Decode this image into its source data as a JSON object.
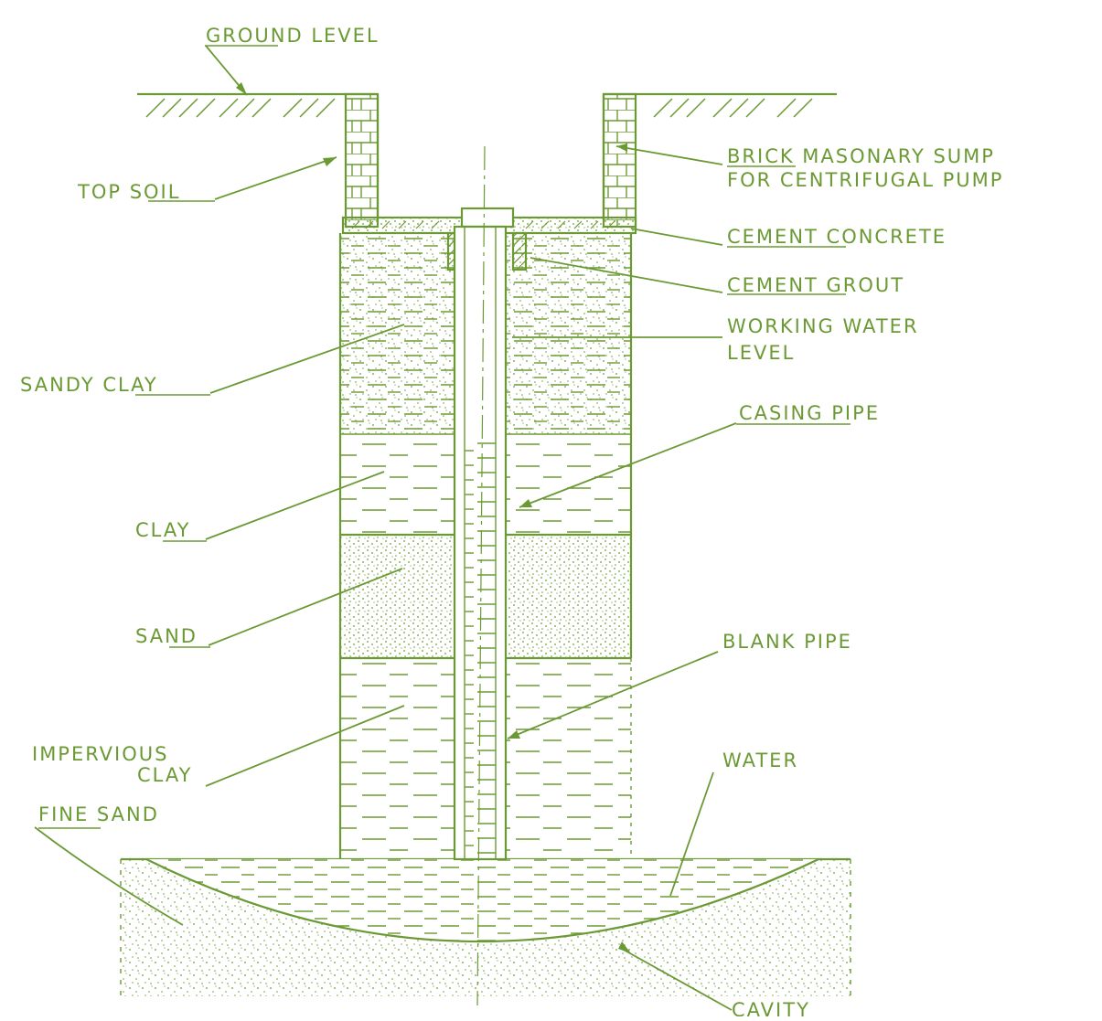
{
  "colors": {
    "ink": "#6b9a34",
    "background": "#ffffff"
  },
  "labels": {
    "ground_level": "GROUND LEVEL",
    "top_soil": "TOP SOIL",
    "brick_sump_1": "BRICK MASONARY SUMP",
    "brick_sump_2": "FOR CENTRIFUGAL PUMP",
    "cement_concrete": "CEMENT CONCRETE",
    "cement_grout": "CEMENT GROUT",
    "working_water_1": "WORKING WATER",
    "working_water_2": "LEVEL",
    "sandy_clay": "SANDY CLAY",
    "casing_pipe": "CASING PIPE",
    "clay": "CLAY",
    "sand": "SAND",
    "blank_pipe": "BLANK PIPE",
    "impervious_1": "IMPERVIOUS",
    "impervious_2": "CLAY",
    "water": "WATER",
    "fine_sand": "FINE SAND",
    "cavity": "CAVITY"
  }
}
